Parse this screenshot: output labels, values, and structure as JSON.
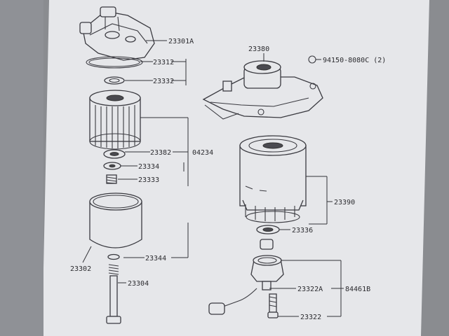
{
  "labels": {
    "l23301A": "23301A",
    "l23312": "23312",
    "l23332": "23332",
    "l23382": "23382",
    "l04234": "04234",
    "l23334": "23334",
    "l23333": "23333",
    "l23302": "23302",
    "l23344": "23344",
    "l23304": "23304",
    "l23380": "23380",
    "l94150": "94150-8080C (2)",
    "l23390": "23390",
    "l23336": "23336",
    "l23322A": "23322A",
    "l84461B": "84461B",
    "l23322": "23322"
  },
  "colors": {
    "paper": "#e6e7ea",
    "ink": "#2b2b2f",
    "border": "#8a8c90"
  }
}
